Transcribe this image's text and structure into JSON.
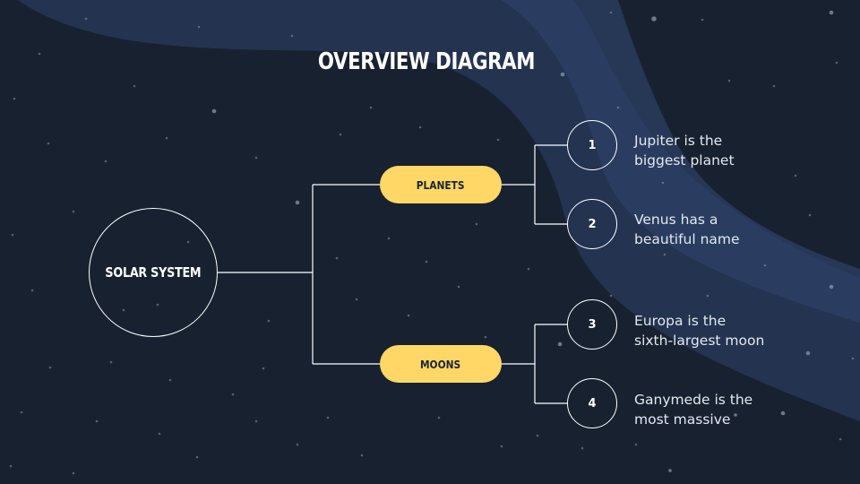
{
  "title": "OVERVIEW DIAGRAM",
  "root": {
    "label": "SOLAR SYSTEM"
  },
  "branches": [
    {
      "label": "PLANETS",
      "items": [
        {
          "number": "1",
          "lines": [
            "Jupiter is the",
            "biggest planet"
          ]
        },
        {
          "number": "2",
          "lines": [
            "Venus has a",
            "beautiful name"
          ]
        }
      ]
    },
    {
      "label": "MOONS",
      "items": [
        {
          "number": "3",
          "lines": [
            "Europa is the",
            "sixth-largest moon"
          ]
        },
        {
          "number": "4",
          "lines": [
            "Ganymede is the",
            "most massive"
          ]
        }
      ]
    }
  ],
  "colors": {
    "background": "#18212f",
    "nebula": "#2a3b5c",
    "accent": "#fed766",
    "line": "#ffffff",
    "text": "#ffffff"
  }
}
